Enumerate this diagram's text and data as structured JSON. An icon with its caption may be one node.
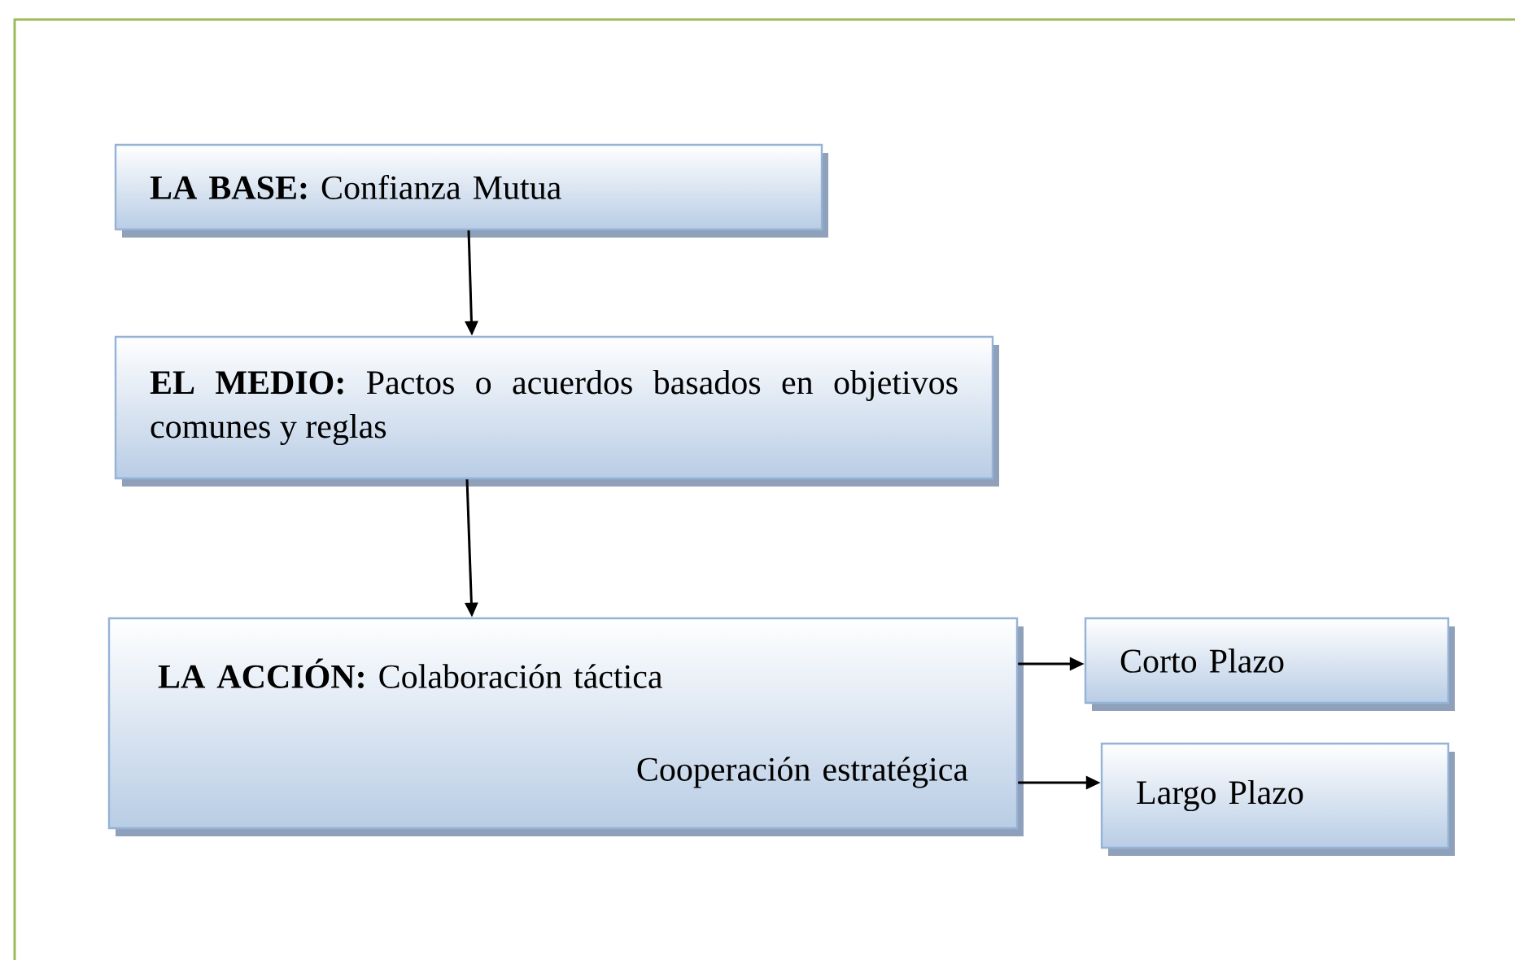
{
  "diagram": {
    "nodes": [
      {
        "text": [
          "**LA BASE:** Confianza Mutua"
        ]
      },
      {
        "text": [
          "**EL MEDIO:** Pactos o acuerdos basados en objetivos comunes y reglas"
        ]
      },
      {
        "text": [
          "**LA ACCIÓN:** Colaboración táctica",
          "Cooperación estratégica"
        ]
      },
      {
        "text": [
          "Corto Plazo"
        ]
      },
      {
        "text": [
          "Largo Plazo"
        ]
      }
    ],
    "edges": [
      {
        "from": 0,
        "to": 1,
        "arrow": "to"
      },
      {
        "from": 1,
        "to": 2,
        "arrow": "to"
      },
      {
        "from": 2,
        "to": 3,
        "arrow": "to"
      },
      {
        "from": 2,
        "to": 4,
        "arrow": "to"
      }
    ]
  }
}
